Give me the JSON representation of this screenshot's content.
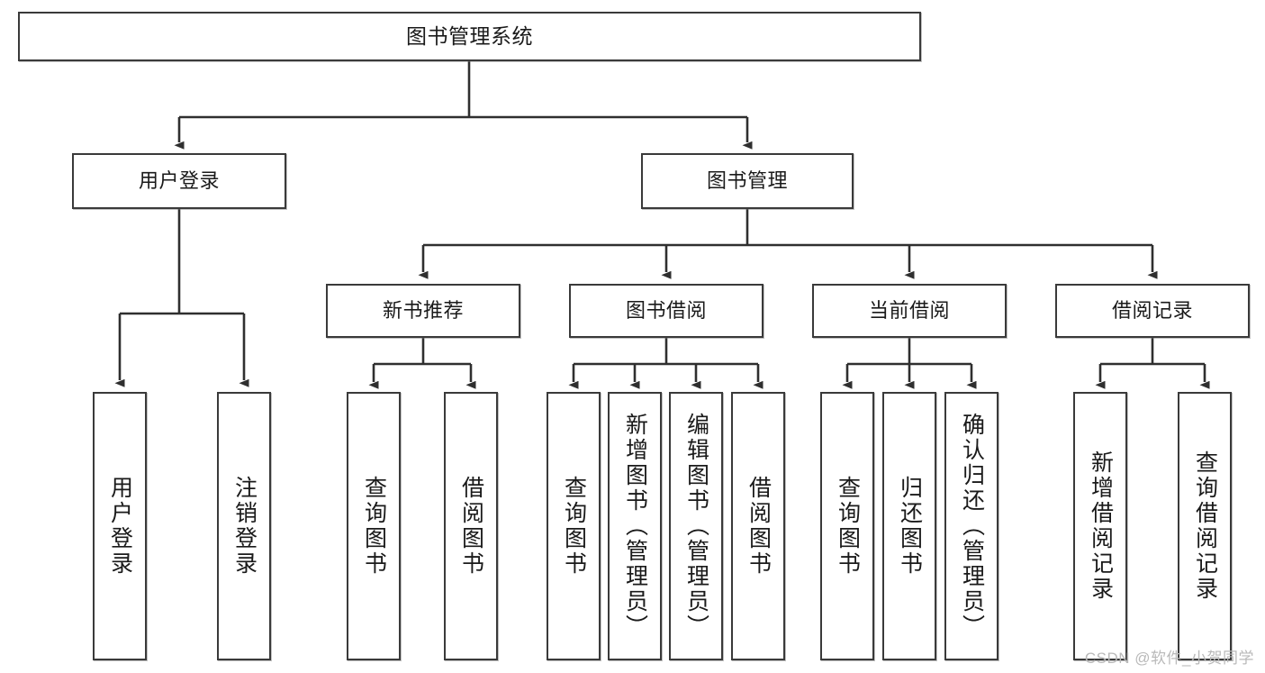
{
  "diagram": {
    "title": "图书管理系统",
    "type": "tree-hierarchy",
    "watermark": "CSDN @软件_小贺同学",
    "colors": {
      "box_border": "#3a3a3a",
      "box_fill": "#ffffff",
      "connector": "#2f2f2f",
      "text": "#1a1a1a",
      "watermark": "#b9b9b9"
    }
  },
  "nodes": {
    "root": {
      "label": "图书管理系统"
    },
    "level2": [
      {
        "id": "user-login",
        "label": "用户登录"
      },
      {
        "id": "book-manage",
        "label": "图书管理"
      }
    ],
    "level3": [
      {
        "id": "new-book-recommend",
        "label": "新书推荐"
      },
      {
        "id": "book-borrow",
        "label": "图书借阅"
      },
      {
        "id": "current-borrow",
        "label": "当前借阅"
      },
      {
        "id": "borrow-record",
        "label": "借阅记录"
      }
    ],
    "leaves": {
      "user_login": [
        {
          "id": "leaf-user-login",
          "label": "用户登录"
        },
        {
          "id": "leaf-logout-login",
          "label": "注销登录"
        }
      ],
      "new_book_recommend": [
        {
          "id": "leaf-query-book-1",
          "label": "查询图书"
        },
        {
          "id": "leaf-borrow-book-1",
          "label": "借阅图书"
        }
      ],
      "book_borrow": [
        {
          "id": "leaf-query-book-2",
          "label": "查询图书"
        },
        {
          "id": "leaf-add-book",
          "label": "新增图书（管理员）"
        },
        {
          "id": "leaf-edit-book",
          "label": "编辑图书（管理员）"
        },
        {
          "id": "leaf-borrow-book-2",
          "label": "借阅图书"
        }
      ],
      "current_borrow": [
        {
          "id": "leaf-query-book-3",
          "label": "查询图书"
        },
        {
          "id": "leaf-return-book",
          "label": "归还图书"
        },
        {
          "id": "leaf-confirm-return",
          "label": "确认归还（管理员）"
        }
      ],
      "borrow_record": [
        {
          "id": "leaf-add-borrow-record",
          "label": "新增借阅记录"
        },
        {
          "id": "leaf-query-borrow-record",
          "label": "查询借阅记录"
        }
      ]
    }
  }
}
